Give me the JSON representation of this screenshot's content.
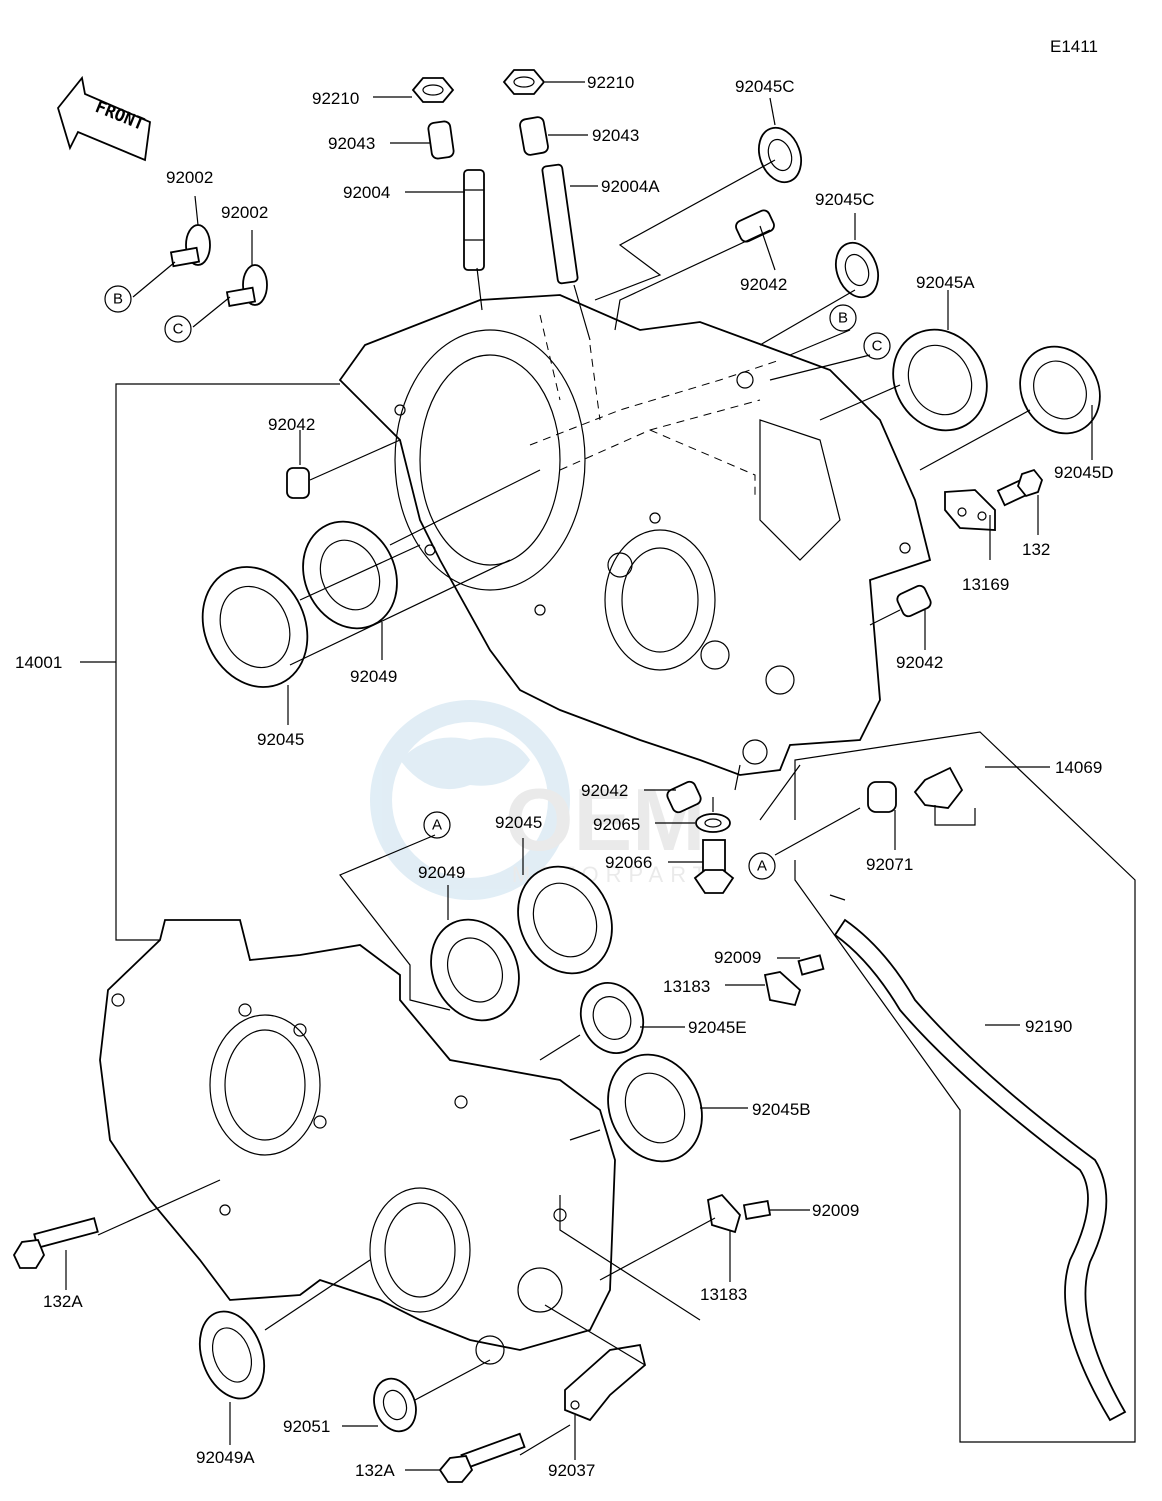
{
  "diagram_code": "E1411",
  "front_label": "FRONT",
  "watermark": {
    "brand": "OEM",
    "sub": "MOTORPARTS"
  },
  "ref_markers": [
    "A",
    "B",
    "C"
  ],
  "part_labels": {
    "l92210a": "92210",
    "l92210b": "92210",
    "l92043a": "92043",
    "l92043b": "92043",
    "l92004": "92004",
    "l92004A": "92004A",
    "l92045C_a": "92045C",
    "l92045C_b": "92045C",
    "l92042_top": "92042",
    "l92002a": "92002",
    "l92002b": "92002",
    "l92045A": "92045A",
    "l92045D": "92045D",
    "l92042_left": "92042",
    "l132": "132",
    "l13169": "13169",
    "l92042_right": "92042",
    "l14001": "14001",
    "l92049": "92049",
    "l92045": "92045",
    "l14069": "14069",
    "l92042_mid": "92042",
    "l92065": "92065",
    "l92066": "92066",
    "l92071": "92071",
    "l92045_mid": "92045",
    "l92049_mid": "92049",
    "l92009a": "92009",
    "l13183a": "13183",
    "l92190": "92190",
    "l92045E": "92045E",
    "l92045B": "92045B",
    "l92009b": "92009",
    "l13183b": "13183",
    "l132A_a": "132A",
    "l92049A": "92049A",
    "l92051": "92051",
    "l132A_b": "132A",
    "l92037": "92037"
  }
}
